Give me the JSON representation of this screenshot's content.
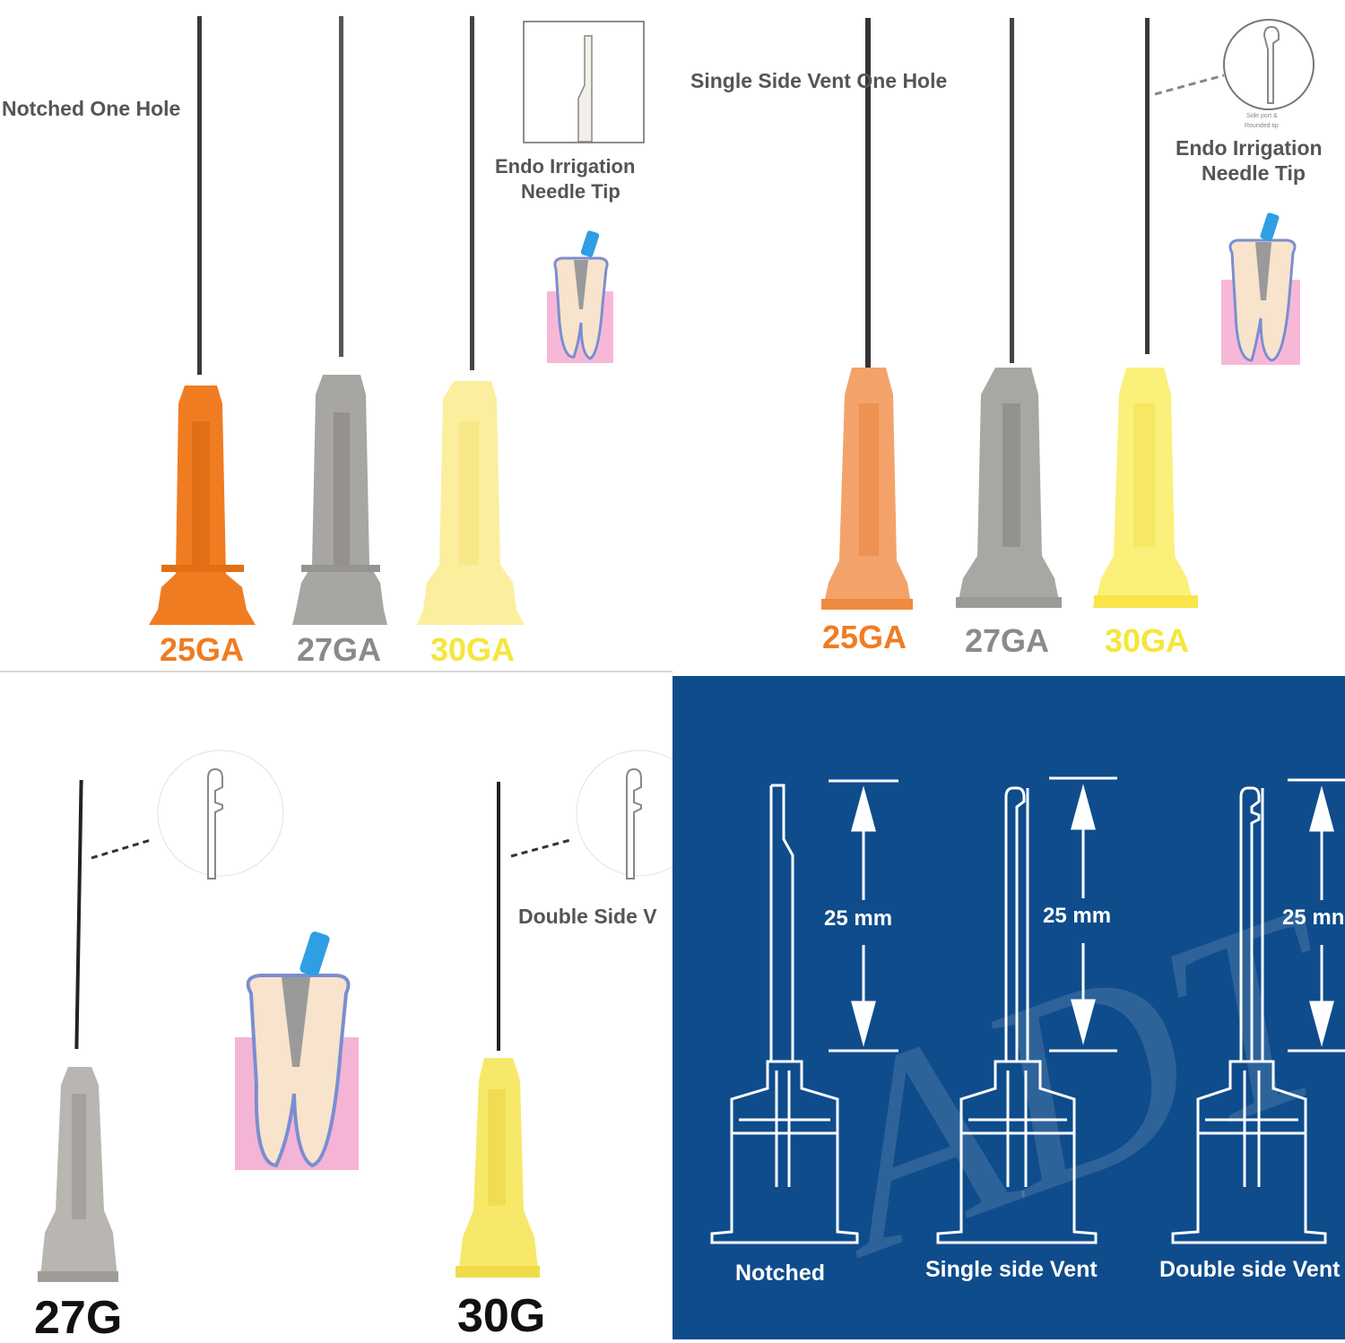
{
  "panel_top_left": {
    "type_label": "Notched One Hole",
    "tip_caption_line1": "Endo Irrigation",
    "tip_caption_line2": "Needle Tip",
    "gauges": [
      {
        "label": "25GA",
        "color": "#f07c22"
      },
      {
        "label": "27GA",
        "color": "#8a8a8a"
      },
      {
        "label": "30GA",
        "color": "#f5e63a"
      }
    ]
  },
  "panel_top_right": {
    "type_label": "Single Side Vent One Hole",
    "tip_small_line1": "Side port &",
    "tip_small_line2": "Rounded tip",
    "tip_caption_line1": "Endo Irrigation",
    "tip_caption_line2": "Needle Tip",
    "gauges": [
      {
        "label": "25GA",
        "color": "#f07c22"
      },
      {
        "label": "27GA",
        "color": "#8a8a8a"
      },
      {
        "label": "30GA",
        "color": "#f5e63a"
      }
    ]
  },
  "panel_bottom_left": {
    "type_label": "Double Side V",
    "left_gauge": "27G",
    "right_gauge": "30G"
  },
  "panel_bottom_right": {
    "background": "#0f4c8c",
    "watermark": "ADT",
    "length_labels": [
      "25 mm",
      "25 mm",
      "25 mn"
    ],
    "tip_types": [
      "Notched",
      "Single side Vent",
      "Double side Vent"
    ]
  }
}
